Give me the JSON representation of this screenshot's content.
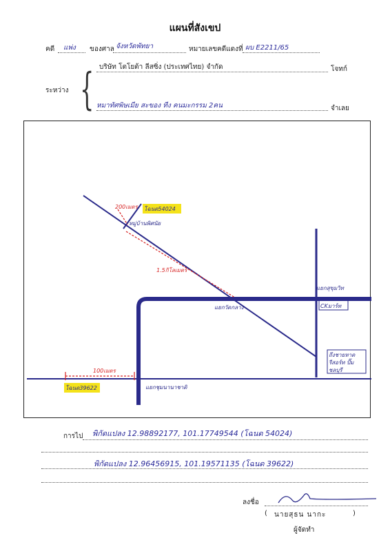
{
  "doc": {
    "title": "แผนที่สังเขป",
    "case_label": "คดี",
    "case_type": "แพ่ง",
    "court_label": "ของศาล",
    "court_name": "จังหวัดพัทยา",
    "case_no_label": "หมายเลขคดีแดงที่",
    "case_no": "ผบ E2211/65",
    "between_label": "ระหว่าง",
    "plaintiff": "บริษัท โตโยต้า ลีสซิ่ง (ประเทศไทย) จำกัด",
    "plaintiff_role": "โจทก์",
    "defendant": "หมาทัศพิษเมีย สะของ ทีง คนมะกรรม 2คน",
    "defendant_role": "จำเลย",
    "directions_label": "การไป",
    "directions_1": "พิกัดแปลง 12.98892177, 101.17749544 (โฉนด 54024)",
    "directions_2": "พิกัดแปลง 12.96456915, 101.19571135 (โฉนด 39622)",
    "sign_label": "ลงชื่อ",
    "signer_open": "(",
    "signer_name": "นายสุธน นากะ",
    "signer_close": ")",
    "signer_role": "ผู้จัดทำ"
  },
  "map": {
    "labels": {
      "dist_200": "200เมตร",
      "deed_54024": "โฉนด54024",
      "village_road": "หมู่บ้านพิศนัย",
      "dist_1km": "1.5กิโลเมตร",
      "junction_right": "แยกสุขุมวิท",
      "ck_market": "CKมาร์ท",
      "road_mid": "แยกวัดกลาง",
      "right_box": "ถึงชายหาดรีสอร์ท ปั๊มชลบุรี",
      "dist_left": "100เมตร",
      "deed_39622": "โฉนด39622",
      "road_bottom": "แยกชุมนานาชาติ"
    },
    "colors": {
      "road": "#2a2a8a",
      "red": "#d62020",
      "highlight": "#f4e21a"
    }
  }
}
